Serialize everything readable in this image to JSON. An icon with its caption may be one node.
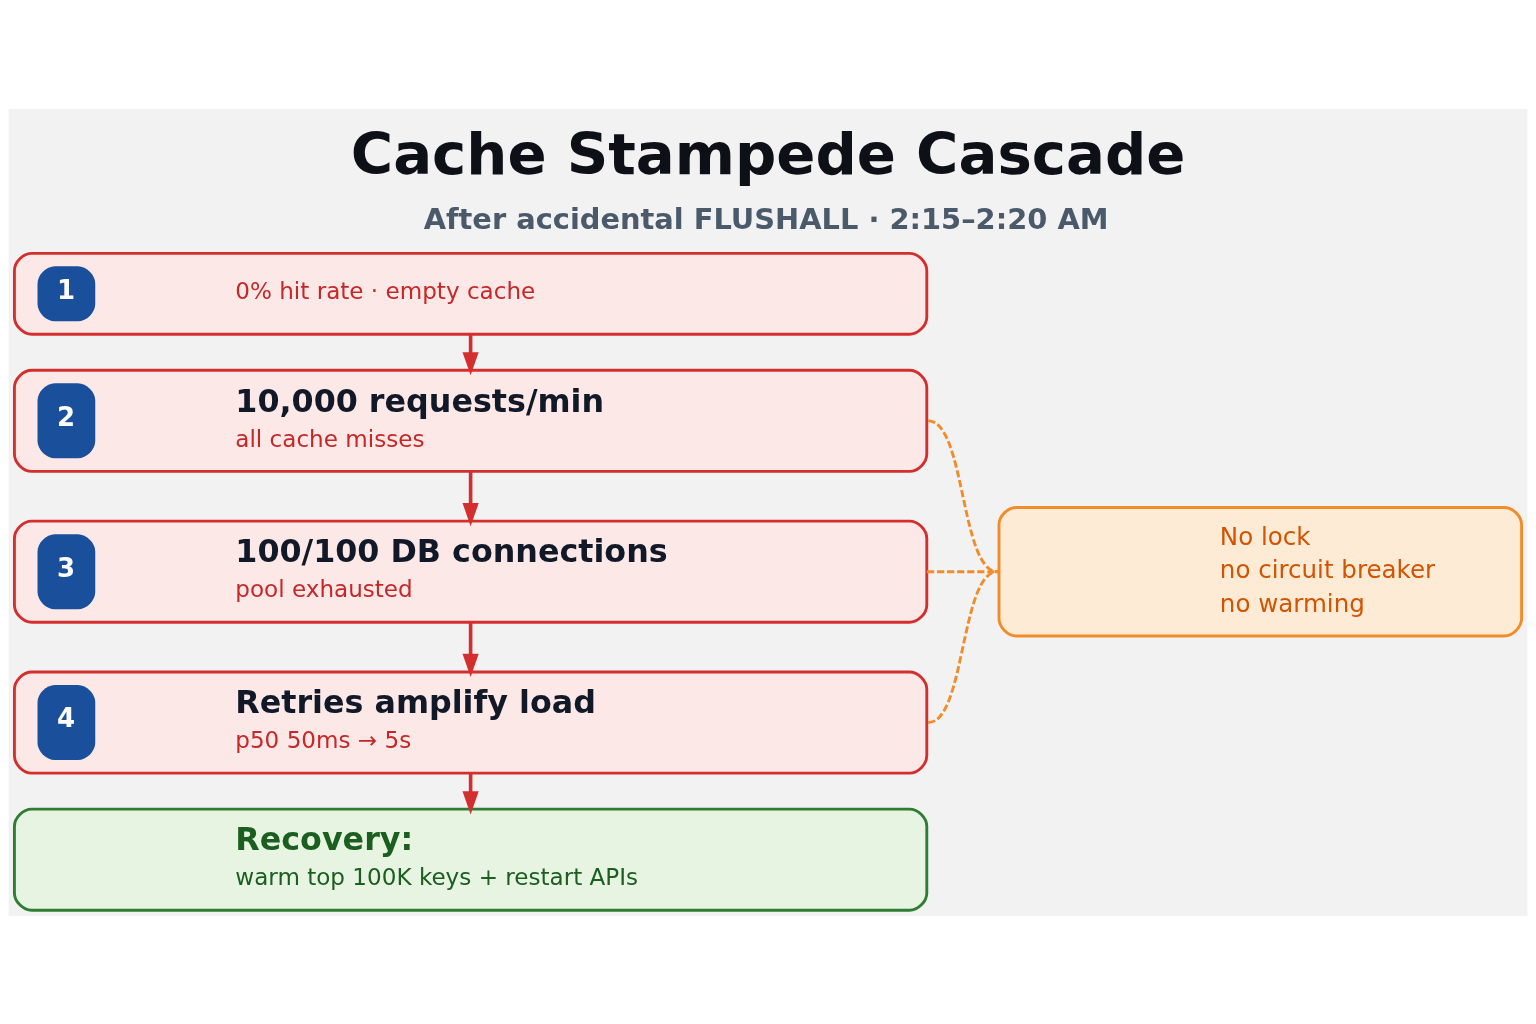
{
  "diagram": {
    "title": "Cache Stampede Cascade",
    "caption": "After accidental FLUSHALL · 2:15–2:20 AM",
    "nodes": [
      {
        "text": [
          "1",
          "0% hit rate · empty cache"
        ]
      },
      {
        "text": [
          "2",
          "10,000 requests/min",
          "all cache misses"
        ]
      },
      {
        "text": [
          "3",
          "100/100 DB connections",
          "pool exhausted"
        ]
      },
      {
        "text": [
          "4",
          "Retries amplify load",
          "p50 50ms → 5s"
        ]
      },
      {
        "text": [
          "Recovery:",
          "warm top 100K keys + restart APIs"
        ]
      },
      {
        "text": [
          "No lock",
          "no circuit breaker",
          "no warming"
        ]
      }
    ],
    "edges": [
      {
        "from": 0,
        "to": 1,
        "arrow": "to"
      },
      {
        "from": 1,
        "to": 2,
        "arrow": "to"
      },
      {
        "from": 2,
        "to": 3,
        "arrow": "to"
      },
      {
        "from": 3,
        "to": 4,
        "arrow": "to"
      },
      {
        "from": 1,
        "to": 5,
        "arrow": "none",
        "style": "dashed",
        "color": "#f28c28"
      },
      {
        "from": 2,
        "to": 5,
        "arrow": "none",
        "style": "dashed",
        "color": "#f28c28"
      },
      {
        "from": 3,
        "to": 5,
        "arrow": "none",
        "style": "dashed",
        "color": "#f28c28"
      }
    ]
  }
}
